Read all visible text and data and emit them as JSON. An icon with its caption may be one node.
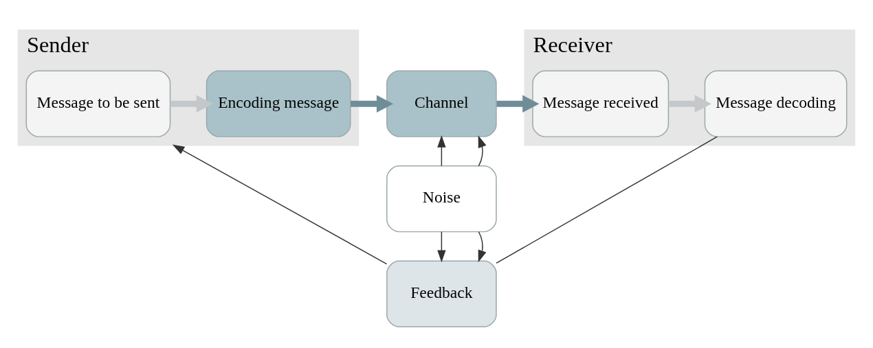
{
  "diagram": {
    "nodes": [
      {
        "text": [
          "Sender"
        ]
      },
      {
        "text": [
          "Message to be sent"
        ],
        "in": 0
      },
      {
        "text": [
          "Encoding message"
        ],
        "in": 0
      },
      {
        "text": [
          "Channel"
        ]
      },
      {
        "text": [
          "Receiver"
        ]
      },
      {
        "text": [
          "Message received"
        ],
        "in": 4
      },
      {
        "text": [
          "Message decoding"
        ],
        "in": 4
      },
      {
        "text": [
          "Noise"
        ]
      },
      {
        "text": [
          "Feedback"
        ]
      }
    ],
    "edges": [
      {
        "from": 1,
        "to": 2,
        "arrow": "to",
        "style": "thick",
        "color": "#c4c8ca"
      },
      {
        "from": 2,
        "to": 3,
        "arrow": "to",
        "style": "thick",
        "color": "#6e8d97"
      },
      {
        "from": 3,
        "to": 5,
        "arrow": "to",
        "style": "thick",
        "color": "#6e8d97"
      },
      {
        "from": 5,
        "to": 6,
        "arrow": "to",
        "style": "thick",
        "color": "#c4c8ca"
      },
      {
        "from": 7,
        "to": 3,
        "arrow": "to"
      },
      {
        "from": 7,
        "to": 3,
        "arrow": "to"
      },
      {
        "from": 7,
        "to": 8,
        "arrow": "to"
      },
      {
        "from": 7,
        "to": 8,
        "arrow": "to"
      },
      {
        "from": 6,
        "to": 8,
        "arrow": "none"
      },
      {
        "from": 8,
        "to": 0,
        "arrow": "to"
      }
    ]
  }
}
